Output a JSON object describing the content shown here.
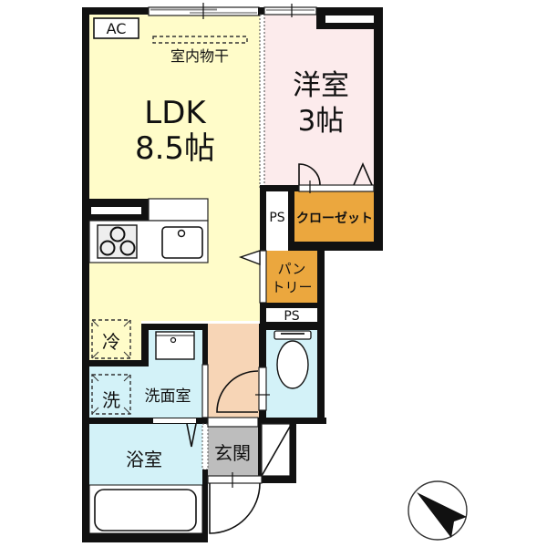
{
  "plan": {
    "ldk": {
      "name": "LDK",
      "size": "8.5帖"
    },
    "western_room": {
      "name": "洋室",
      "size": "3帖"
    },
    "closet": {
      "name": "クローゼット"
    },
    "pantry": {
      "line1": "パン",
      "line2": "トリー"
    },
    "pipe_space_upper": {
      "name": "PS"
    },
    "pipe_space_lower": {
      "name": "PS"
    },
    "washroom": {
      "name": "洗面室"
    },
    "bathroom": {
      "name": "浴室"
    },
    "entrance": {
      "name": "玄関"
    }
  },
  "fixtures": {
    "air_conditioner": "AC",
    "indoor_drying": "室内物干",
    "refrigerator_space": "冷",
    "washer_space": "洗",
    "kitchen": {
      "stove_icon": "three-burner-stove-icon",
      "sink_icon": "sink-icon"
    },
    "toilet_icon": "toilet-icon",
    "bathtub_icon": "bathtub-icon",
    "vanity_icon": "washbasin-icon"
  },
  "compass": {
    "icon": "north-arrow-icon"
  },
  "colors": {
    "ldk": "#FFFCC9",
    "western_room": "#FCEBEC",
    "storage": "#EBA73E",
    "wet_area": "#D3F2F8",
    "hallway": "#F7D5B6",
    "entrance": "#BDBDBD",
    "wall": "#111111"
  }
}
